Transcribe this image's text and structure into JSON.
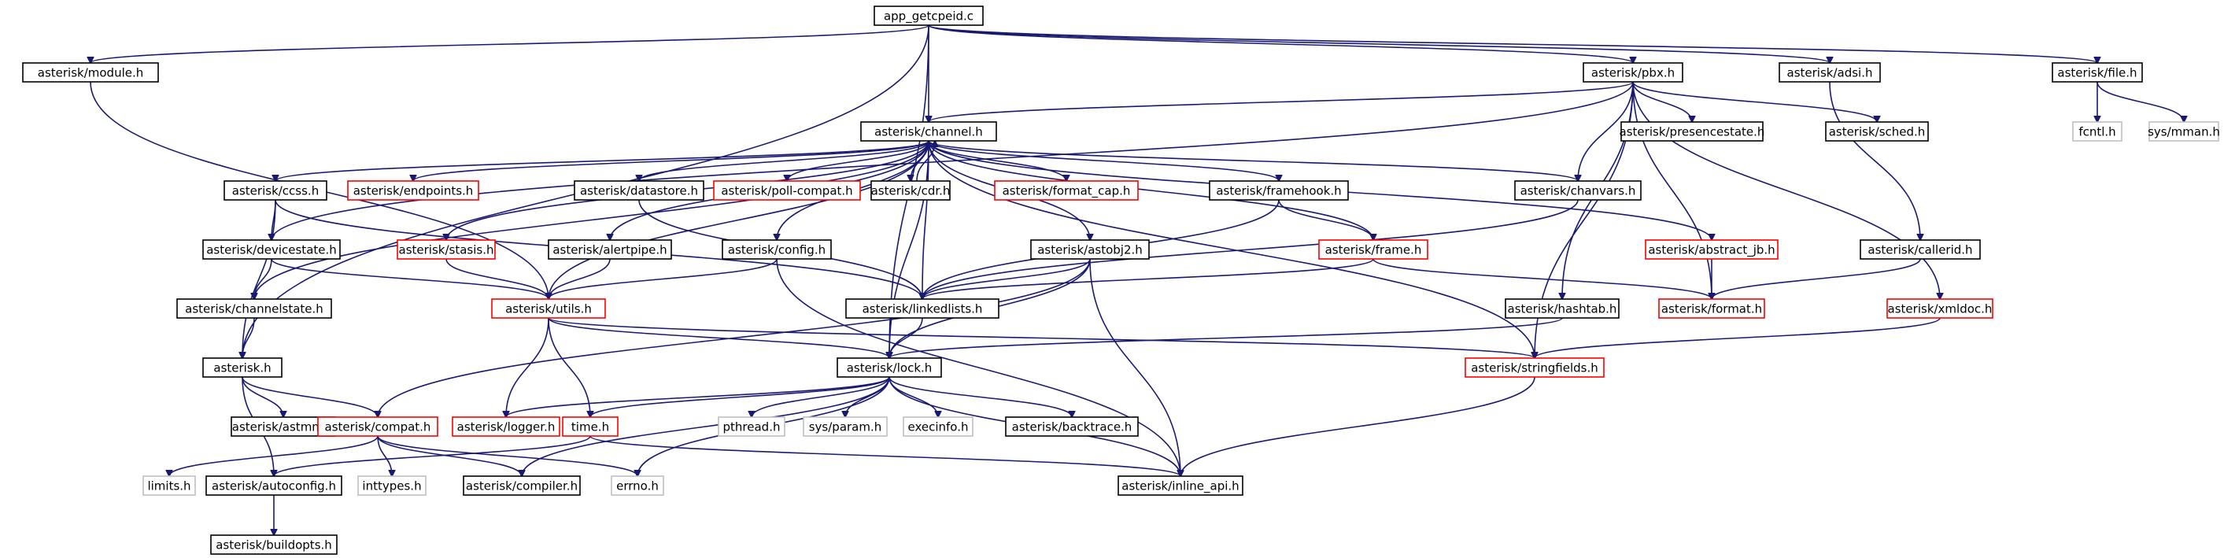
{
  "graph": {
    "nodes": [
      {
        "id": "n0",
        "label": "app_getcpeid.c",
        "style": "root"
      },
      {
        "id": "n1",
        "label": "asterisk/module.h",
        "style": "normal"
      },
      {
        "id": "n2",
        "label": "asterisk/channel.h",
        "style": "normal"
      },
      {
        "id": "n3",
        "label": "asterisk/pbx.h",
        "style": "normal"
      },
      {
        "id": "n4",
        "label": "asterisk/adsi.h",
        "style": "normal"
      },
      {
        "id": "n5",
        "label": "asterisk/file.h",
        "style": "normal"
      },
      {
        "id": "n6",
        "label": "fcntl.h",
        "style": "system"
      },
      {
        "id": "n7",
        "label": "sys/mman.h",
        "style": "system"
      },
      {
        "id": "n8",
        "label": "asterisk/presencestate.h",
        "style": "normal"
      },
      {
        "id": "n9",
        "label": "asterisk/sched.h",
        "style": "normal"
      },
      {
        "id": "n10",
        "label": "asterisk/ccss.h",
        "style": "normal"
      },
      {
        "id": "n11",
        "label": "asterisk/endpoints.h",
        "style": "truncated"
      },
      {
        "id": "n12",
        "label": "asterisk/datastore.h",
        "style": "normal"
      },
      {
        "id": "n13",
        "label": "asterisk/poll-compat.h",
        "style": "truncated"
      },
      {
        "id": "n14",
        "label": "asterisk/cdr.h",
        "style": "normal"
      },
      {
        "id": "n15",
        "label": "asterisk/format_cap.h",
        "style": "truncated"
      },
      {
        "id": "n16",
        "label": "asterisk/framehook.h",
        "style": "normal"
      },
      {
        "id": "n17",
        "label": "asterisk/chanvars.h",
        "style": "normal"
      },
      {
        "id": "n18",
        "label": "asterisk/devicestate.h",
        "style": "normal"
      },
      {
        "id": "n19",
        "label": "asterisk/stasis.h",
        "style": "truncated"
      },
      {
        "id": "n20",
        "label": "asterisk/alertpipe.h",
        "style": "normal"
      },
      {
        "id": "n21",
        "label": "asterisk/config.h",
        "style": "normal"
      },
      {
        "id": "n22",
        "label": "asterisk/astobj2.h",
        "style": "normal"
      },
      {
        "id": "n23",
        "label": "asterisk/frame.h",
        "style": "truncated"
      },
      {
        "id": "n24",
        "label": "asterisk/abstract_jb.h",
        "style": "truncated"
      },
      {
        "id": "n25",
        "label": "asterisk/callerid.h",
        "style": "normal"
      },
      {
        "id": "n26",
        "label": "asterisk/channelstate.h",
        "style": "normal"
      },
      {
        "id": "n27",
        "label": "asterisk/utils.h",
        "style": "truncated"
      },
      {
        "id": "n28",
        "label": "asterisk/linkedlists.h",
        "style": "normal"
      },
      {
        "id": "n29",
        "label": "asterisk/format.h",
        "style": "truncated"
      },
      {
        "id": "n30",
        "label": "asterisk/hashtab.h",
        "style": "normal"
      },
      {
        "id": "n31",
        "label": "asterisk/xmldoc.h",
        "style": "truncated"
      },
      {
        "id": "n32",
        "label": "asterisk.h",
        "style": "normal"
      },
      {
        "id": "n33",
        "label": "asterisk/lock.h",
        "style": "normal"
      },
      {
        "id": "n34",
        "label": "asterisk/stringfields.h",
        "style": "truncated"
      },
      {
        "id": "n35",
        "label": "asterisk/astmm.h",
        "style": "normal"
      },
      {
        "id": "n36",
        "label": "asterisk/compat.h",
        "style": "truncated"
      },
      {
        "id": "n37",
        "label": "asterisk/logger.h",
        "style": "truncated"
      },
      {
        "id": "n38",
        "label": "time.h",
        "style": "truncated"
      },
      {
        "id": "n39",
        "label": "pthread.h",
        "style": "system"
      },
      {
        "id": "n40",
        "label": "sys/param.h",
        "style": "system"
      },
      {
        "id": "n41",
        "label": "execinfo.h",
        "style": "system"
      },
      {
        "id": "n42",
        "label": "asterisk/backtrace.h",
        "style": "normal"
      },
      {
        "id": "n43",
        "label": "limits.h",
        "style": "system"
      },
      {
        "id": "n44",
        "label": "asterisk/autoconfig.h",
        "style": "normal"
      },
      {
        "id": "n45",
        "label": "inttypes.h",
        "style": "system"
      },
      {
        "id": "n46",
        "label": "asterisk/compiler.h",
        "style": "normal"
      },
      {
        "id": "n47",
        "label": "errno.h",
        "style": "system"
      },
      {
        "id": "n48",
        "label": "asterisk/inline_api.h",
        "style": "normal"
      },
      {
        "id": "n49",
        "label": "asterisk/buildopts.h",
        "style": "normal"
      }
    ],
    "edges": [
      [
        "n0",
        "n1"
      ],
      [
        "n0",
        "n2"
      ],
      [
        "n0",
        "n3"
      ],
      [
        "n0",
        "n4"
      ],
      [
        "n0",
        "n5"
      ],
      [
        "n0",
        "n32"
      ],
      [
        "n0",
        "n33"
      ],
      [
        "n1",
        "n27"
      ],
      [
        "n2",
        "n10"
      ],
      [
        "n2",
        "n11"
      ],
      [
        "n2",
        "n12"
      ],
      [
        "n2",
        "n13"
      ],
      [
        "n2",
        "n14"
      ],
      [
        "n2",
        "n15"
      ],
      [
        "n2",
        "n16"
      ],
      [
        "n2",
        "n17"
      ],
      [
        "n2",
        "n19"
      ],
      [
        "n2",
        "n20"
      ],
      [
        "n2",
        "n21"
      ],
      [
        "n2",
        "n22"
      ],
      [
        "n2",
        "n23"
      ],
      [
        "n2",
        "n24"
      ],
      [
        "n2",
        "n26"
      ],
      [
        "n2",
        "n27"
      ],
      [
        "n2",
        "n28"
      ],
      [
        "n2",
        "n33"
      ],
      [
        "n2",
        "n34"
      ],
      [
        "n3",
        "n2"
      ],
      [
        "n3",
        "n8"
      ],
      [
        "n3",
        "n9"
      ],
      [
        "n3",
        "n17"
      ],
      [
        "n3",
        "n18"
      ],
      [
        "n3",
        "n29"
      ],
      [
        "n3",
        "n30"
      ],
      [
        "n3",
        "n31"
      ],
      [
        "n3",
        "n34"
      ],
      [
        "n4",
        "n25"
      ],
      [
        "n5",
        "n6"
      ],
      [
        "n5",
        "n7"
      ],
      [
        "n10",
        "n18"
      ],
      [
        "n10",
        "n28"
      ],
      [
        "n10",
        "n32"
      ],
      [
        "n12",
        "n28"
      ],
      [
        "n14",
        "n2"
      ],
      [
        "n16",
        "n23"
      ],
      [
        "n16",
        "n28"
      ],
      [
        "n17",
        "n28"
      ],
      [
        "n18",
        "n26"
      ],
      [
        "n18",
        "n27"
      ],
      [
        "n19",
        "n27"
      ],
      [
        "n20",
        "n27"
      ],
      [
        "n21",
        "n27"
      ],
      [
        "n21",
        "n48"
      ],
      [
        "n22",
        "n28"
      ],
      [
        "n22",
        "n33"
      ],
      [
        "n22",
        "n36"
      ],
      [
        "n22",
        "n48"
      ],
      [
        "n23",
        "n28"
      ],
      [
        "n23",
        "n29"
      ],
      [
        "n24",
        "n29"
      ],
      [
        "n25",
        "n29"
      ],
      [
        "n26",
        "n32"
      ],
      [
        "n27",
        "n33"
      ],
      [
        "n27",
        "n34"
      ],
      [
        "n27",
        "n37"
      ],
      [
        "n27",
        "n38"
      ],
      [
        "n28",
        "n33"
      ],
      [
        "n30",
        "n33"
      ],
      [
        "n31",
        "n34"
      ],
      [
        "n32",
        "n35"
      ],
      [
        "n32",
        "n36"
      ],
      [
        "n32",
        "n44"
      ],
      [
        "n33",
        "n37"
      ],
      [
        "n33",
        "n38"
      ],
      [
        "n33",
        "n39"
      ],
      [
        "n33",
        "n40"
      ],
      [
        "n33",
        "n41"
      ],
      [
        "n33",
        "n42"
      ],
      [
        "n33",
        "n46"
      ],
      [
        "n33",
        "n47"
      ],
      [
        "n33",
        "n48"
      ],
      [
        "n34",
        "n48"
      ],
      [
        "n36",
        "n43"
      ],
      [
        "n36",
        "n45"
      ],
      [
        "n36",
        "n46"
      ],
      [
        "n36",
        "n47"
      ],
      [
        "n38",
        "n44"
      ],
      [
        "n38",
        "n48"
      ],
      [
        "n44",
        "n49"
      ]
    ]
  },
  "colors": {
    "edge": "#191970",
    "root_fill": "#bfbfbf",
    "normal_border": "#000000",
    "truncated_border": "#ff0000",
    "system_border": "#bfbfbf"
  }
}
